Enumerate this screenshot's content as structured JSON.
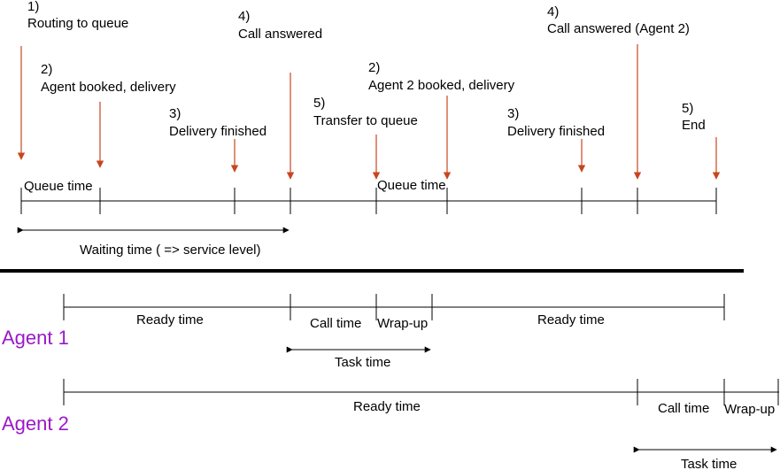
{
  "colors": {
    "event_arrow": "#c8451f",
    "agent_label": "#9b19c8",
    "line": "#000000"
  },
  "events": {
    "e1_num": "1)",
    "e1_text": "Routing to queue",
    "e2_num": "2)",
    "e2_text": "Agent booked, delivery",
    "e3_num": "3)",
    "e3_text": "Delivery finished",
    "e4_num": "4)",
    "e4_text": "Call answered",
    "e5_num": "5)",
    "e5_text": "Transfer to queue",
    "e6_num": "2)",
    "e6_text": "Agent 2 booked, delivery",
    "e7_num": "3)",
    "e7_text": "Delivery finished",
    "e8_num": "4)",
    "e8_text": "Call answered (Agent 2)",
    "e9_num": "5)",
    "e9_text": "End"
  },
  "customer_timeline": {
    "queue_time_1": "Queue time",
    "queue_time_2": "Queue time",
    "waiting_time": "Waiting time ( => service level)"
  },
  "agent1": {
    "name": "Agent 1",
    "ready_time_1": "Ready time",
    "call_time": "Call time",
    "wrap_up": "Wrap-up",
    "ready_time_2": "Ready time",
    "task_time": "Task time"
  },
  "agent2": {
    "name": "Agent 2",
    "ready_time": "Ready time",
    "call_time": "Call time",
    "wrap_up": "Wrap-up",
    "task_time": "Task time"
  }
}
